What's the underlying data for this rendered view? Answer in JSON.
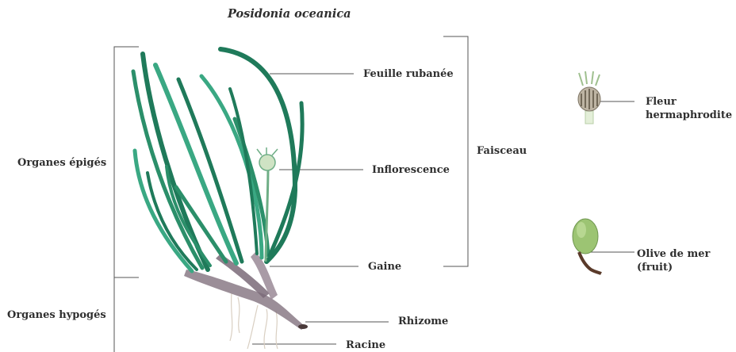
{
  "title": "Posidonia oceanica",
  "labels": {
    "feuille": "Feuille rubanée",
    "inflorescence": "Inflorescence",
    "gaine": "Gaine",
    "rhizome": "Rhizome",
    "racine": "Racine",
    "faisceau": "Faisceau",
    "epiges": "Organes épigés",
    "hypoges": "Organes hypogés",
    "fleur": "Fleur\nhermaphrodite",
    "fleur_line1": "Fleur",
    "fleur_line2": "hermaphrodite",
    "olive_line1": "Olive de mer",
    "olive_line2": "(fruit)"
  },
  "colors": {
    "leaf_dark": "#1f7a5a",
    "leaf_light": "#3aa883",
    "sheath": "#8a7a86",
    "text": "#2f2f2f",
    "line": "#555555"
  }
}
